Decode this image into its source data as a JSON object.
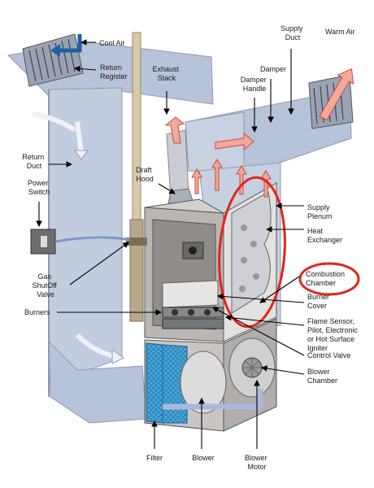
{
  "labels": {
    "cool_air": "Cool Air",
    "return_register": [
      "Return",
      "Register"
    ],
    "exhaust_stack": [
      "Exhaust",
      "Stack"
    ],
    "supply_duct": [
      "Supply",
      "Duct"
    ],
    "warm_air": "Warm Air",
    "damper": "Damper",
    "damper_handle": [
      "Damper",
      "Handle"
    ],
    "return_duct": [
      "Return",
      "Duct"
    ],
    "draft_hood": [
      "Draft",
      "Hood"
    ],
    "power_switch": [
      "Power",
      "Switch"
    ],
    "supply_plenum": [
      "Supply",
      "Plenum"
    ],
    "heat_exchanger": [
      "Heat",
      "Exchanger"
    ],
    "combustion_chamber": [
      "Combustion",
      "Chamber"
    ],
    "gas_shutoff_valve": [
      "Gas",
      "ShutOff",
      "Valve"
    ],
    "burner_cover": [
      "Burner",
      "Cover"
    ],
    "burners": "Burners",
    "flame_sensor": [
      "Flame Sensor,",
      "Pilot, Electronic",
      "or Hot Surface",
      "Igniter"
    ],
    "control_valve": "Control Valve",
    "blower_chamber": [
      "Blower",
      "Chamber"
    ],
    "filter": "Filter",
    "blower": "Blower",
    "blower_motor": [
      "Blower",
      "Motor"
    ]
  },
  "colors": {
    "duct": "#b7c3d8",
    "duct_dark": "#8e9ab4",
    "duct_light": "#d4dbe8",
    "cabinet": "#b9b6b4",
    "cabinet_dark": "#7e7b79",
    "cool_arrow": "#1f5fa8",
    "warm_arrow": "#f2a99a",
    "warm_arrow_stroke": "#c74b3a",
    "filter_blue": "#4aa9d6",
    "highlight": "#e0261c"
  }
}
